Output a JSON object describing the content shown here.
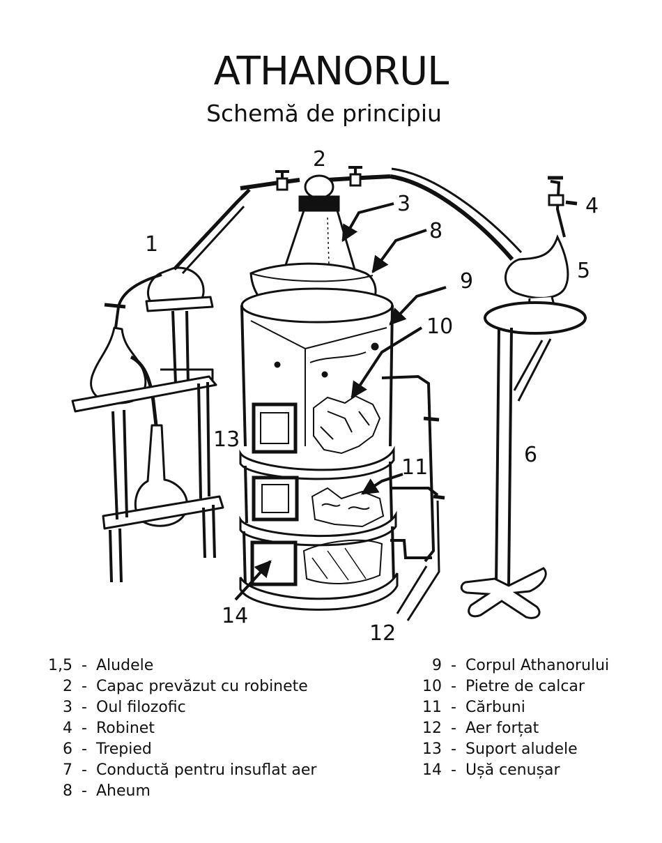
{
  "title": "ATHANORUL",
  "subtitle": "Schemă de principiu",
  "labels": [
    "1",
    "2",
    "3",
    "4",
    "5",
    "6",
    "8",
    "9",
    "10",
    "11",
    "12",
    "13",
    "14"
  ],
  "legend_left": [
    {
      "num": "1,5",
      "text": "Aludele"
    },
    {
      "num": "2",
      "text": "Capac prevăzut cu  robinete"
    },
    {
      "num": "3",
      "text": "Oul filozofic"
    },
    {
      "num": "4",
      "text": "Robinet"
    },
    {
      "num": "6",
      "text": "Trepied"
    },
    {
      "num": "7",
      "text": "Conductă pentru insuflat aer"
    },
    {
      "num": "8",
      "text": "Aheum"
    }
  ],
  "legend_right": [
    {
      "num": "9",
      "text": "Corpul Athanorului"
    },
    {
      "num": "10",
      "text": "Pietre de calcar"
    },
    {
      "num": "11",
      "text": "Cărbuni"
    },
    {
      "num": "12",
      "text": "Aer forțat"
    },
    {
      "num": "13",
      "text": "Suport aludele"
    },
    {
      "num": "14",
      "text": "Ușă cenușar"
    }
  ]
}
